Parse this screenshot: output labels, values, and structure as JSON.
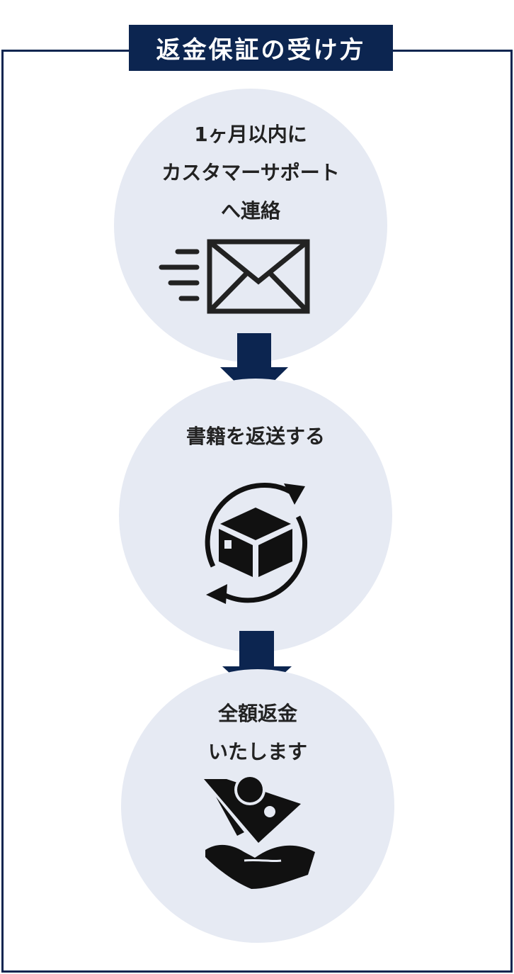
{
  "title": "返金保証の受け方",
  "steps": [
    {
      "lines": [
        "1ヶ月以内に",
        "カスタマーサポート",
        "へ連絡"
      ],
      "icon": "mail-send-icon"
    },
    {
      "lines": [
        "書籍を返送する"
      ],
      "icon": "box-return-icon"
    },
    {
      "lines": [
        "全額返金",
        "いたします"
      ],
      "icon": "money-hand-icon"
    }
  ],
  "colors": {
    "navy": "#0c2550",
    "circle": "#e6eaf3",
    "text": "#222222"
  }
}
